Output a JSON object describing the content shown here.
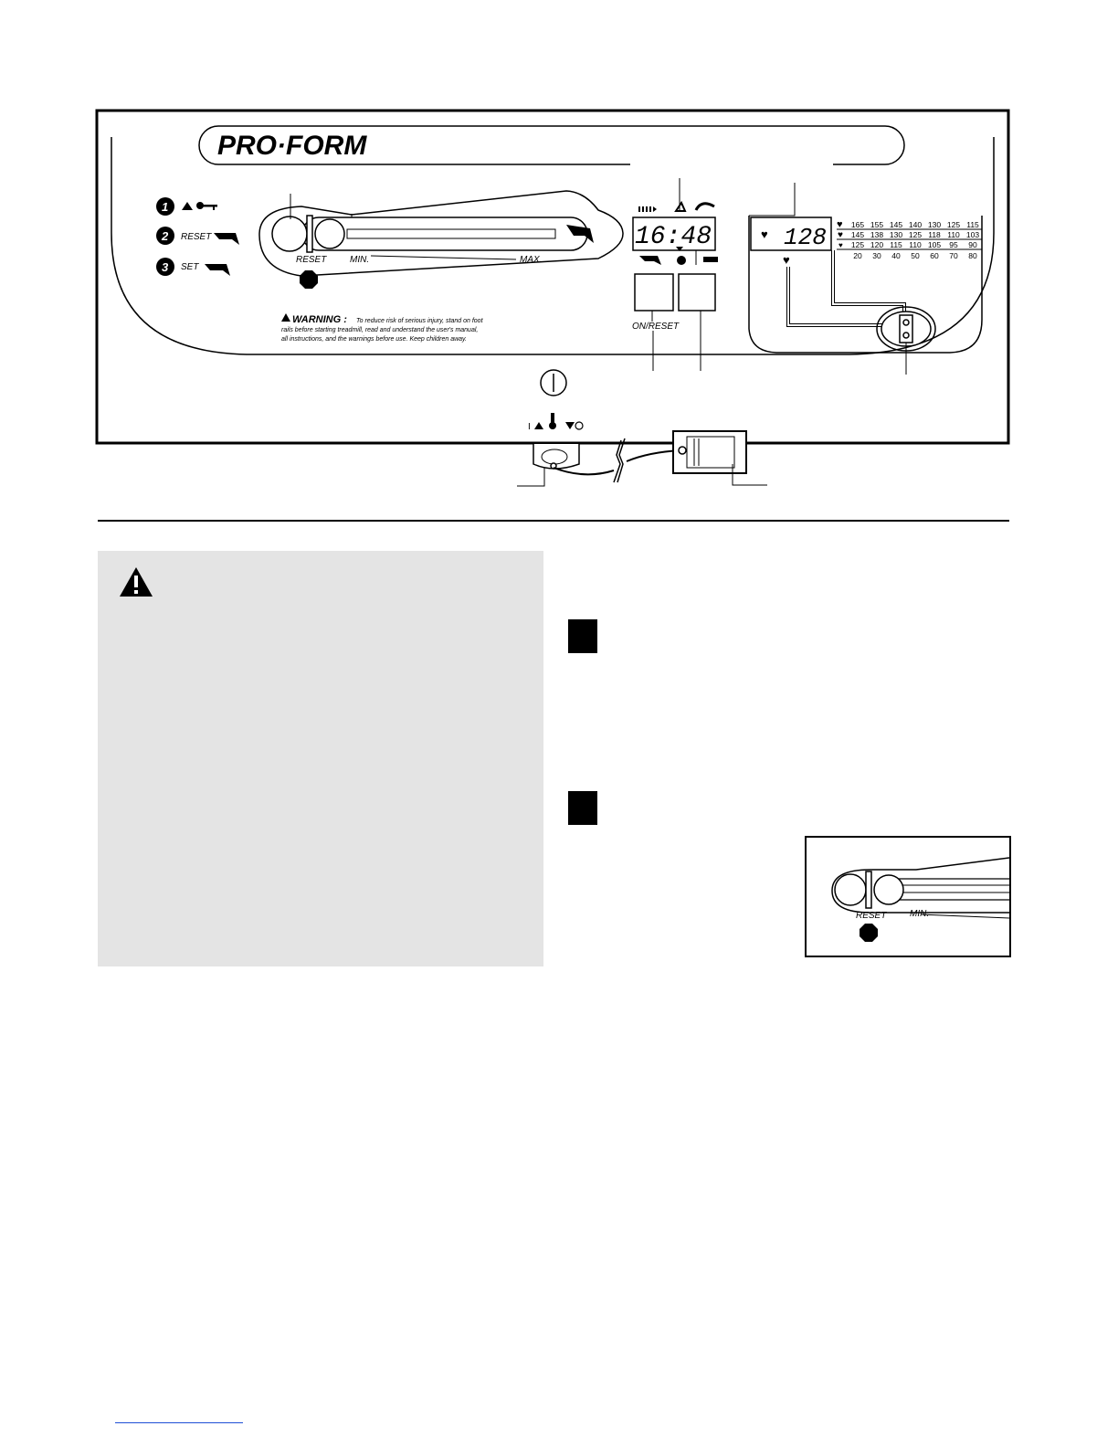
{
  "console": {
    "brand": "PRO·FORM",
    "steps": [
      {
        "num": "1",
        "label": ""
      },
      {
        "num": "2",
        "label": "RESET"
      },
      {
        "num": "3",
        "label": "SET"
      }
    ],
    "speed_slider": {
      "reset_label": "RESET",
      "min_label": "MIN.",
      "max_label": "MAX."
    },
    "time_display": {
      "value": "16:48"
    },
    "on_reset_label": "ON/RESET",
    "warning": {
      "title": "WARNING :",
      "line1": "To reduce risk of serious injury, stand on foot",
      "line2": "rails before starting treadmill, read and understand the user's manual,",
      "line3": "all instructions, and the warnings before use.  Keep children away."
    },
    "pulse_display": {
      "value": "128"
    },
    "heart_rate_table": {
      "rows": [
        [
          "165",
          "155",
          "145",
          "140",
          "130",
          "125",
          "115"
        ],
        [
          "145",
          "138",
          "130",
          "125",
          "118",
          "110",
          "103"
        ],
        [
          "125",
          "120",
          "115",
          "110",
          "105",
          "95",
          "90"
        ]
      ],
      "ages": [
        "20",
        "30",
        "40",
        "50",
        "60",
        "70",
        "80"
      ]
    }
  },
  "inset": {
    "reset_label": "RESET",
    "min_label": "MIN."
  },
  "icons": {
    "step_key": "key-icon",
    "stop": "stop-hand-icon",
    "warning": "warning-triangle-icon",
    "heart": "heart-icon",
    "clock": "clock-icon"
  }
}
